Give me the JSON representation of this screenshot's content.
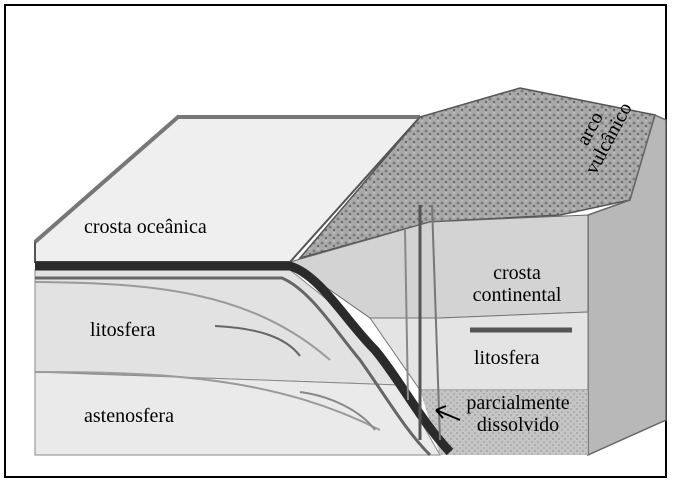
{
  "labels": {
    "oceanic_crust": "crosta oceânica",
    "lithosphere_left": "litosfera",
    "asthenosphere": "astenosfera",
    "continental_crust_line1": "crosta",
    "continental_crust_line2": "continental",
    "lithosphere_right": "litosfera",
    "partially_molten_line1": "parcialmente",
    "partially_molten_line2": "dissolvido",
    "volcanic_arc_line1": "arco",
    "volcanic_arc_line2": "vulcânico"
  }
}
